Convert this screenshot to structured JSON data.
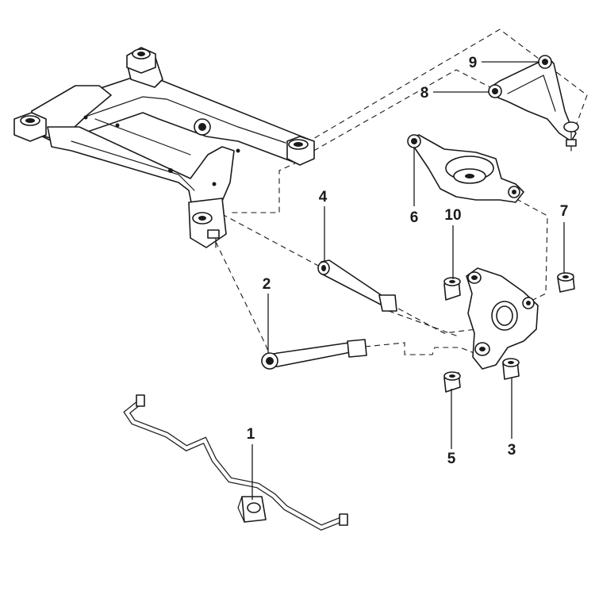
{
  "callouts": {
    "c1": "1",
    "c2": "2",
    "c3": "3",
    "c4": "4",
    "c5": "5",
    "c6": "6",
    "c7": "7",
    "c8": "8",
    "c9": "9",
    "c10": "10"
  },
  "parts": [
    "subframe",
    "stabilizer-bar",
    "stabilizer-bushing",
    "lower-link",
    "toe-link",
    "knuckle",
    "lower-arm",
    "upper-arm",
    "bushings"
  ]
}
